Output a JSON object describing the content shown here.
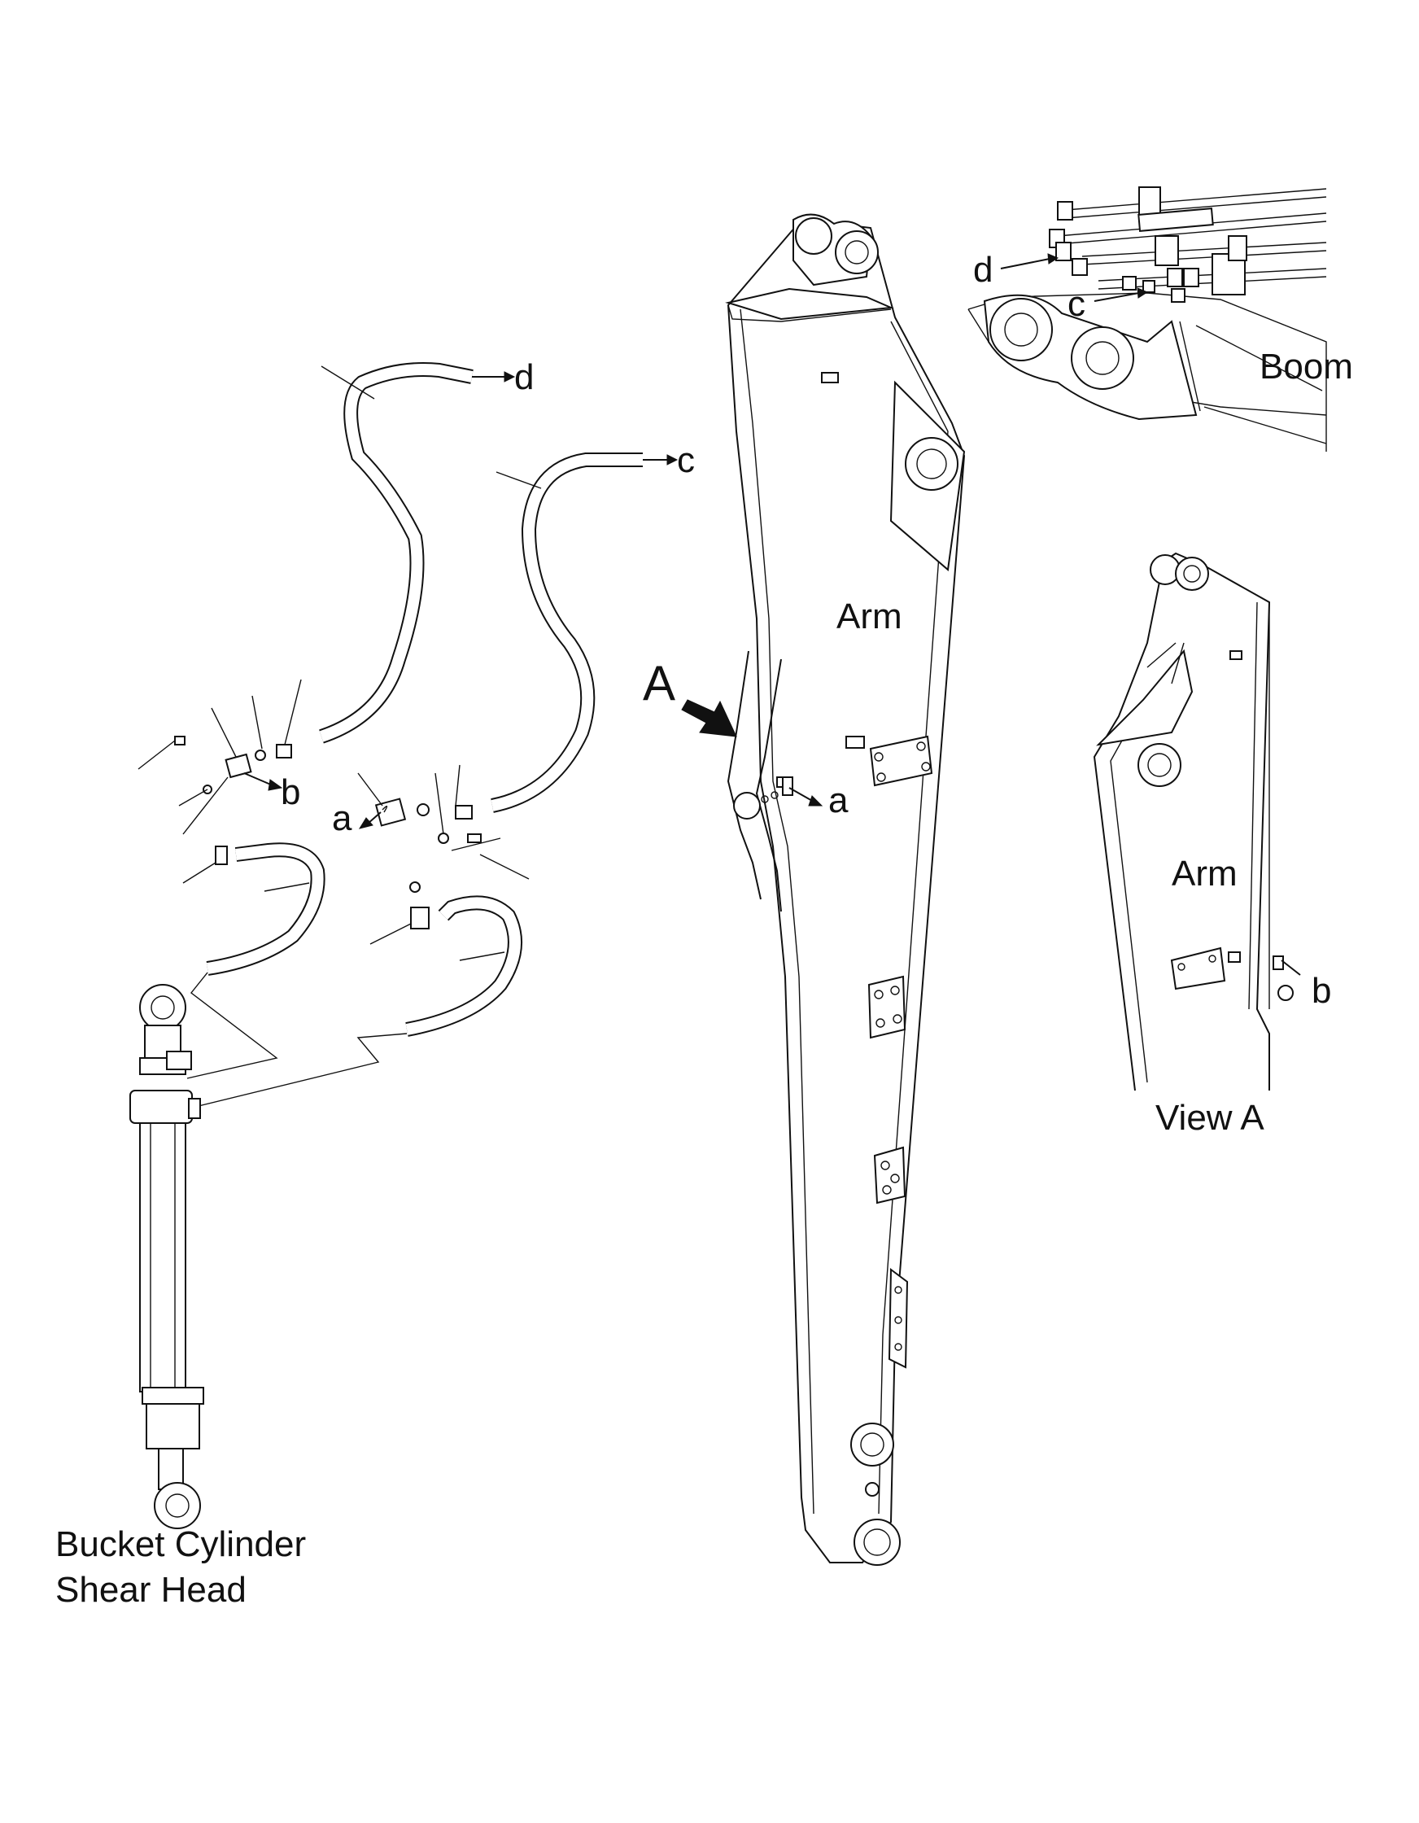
{
  "labels": {
    "arm_main": "Arm",
    "arm_view": "Arm",
    "boom": "Boom",
    "view_a": "View A",
    "view_arrow": "A",
    "cylinder_line1": "Bucket Cylinder",
    "cylinder_line2": "Shear Head"
  },
  "callouts": {
    "a": "a",
    "b": "b",
    "c": "c",
    "d": "d"
  },
  "colors": {
    "line": "#111111",
    "background": "#ffffff"
  }
}
